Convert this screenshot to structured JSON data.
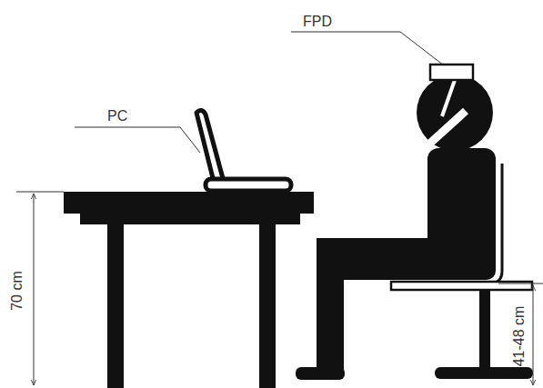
{
  "diagram": {
    "labels": [
      "PC",
      "FPD",
      "70 cm",
      "41-48 cm"
    ]
  }
}
